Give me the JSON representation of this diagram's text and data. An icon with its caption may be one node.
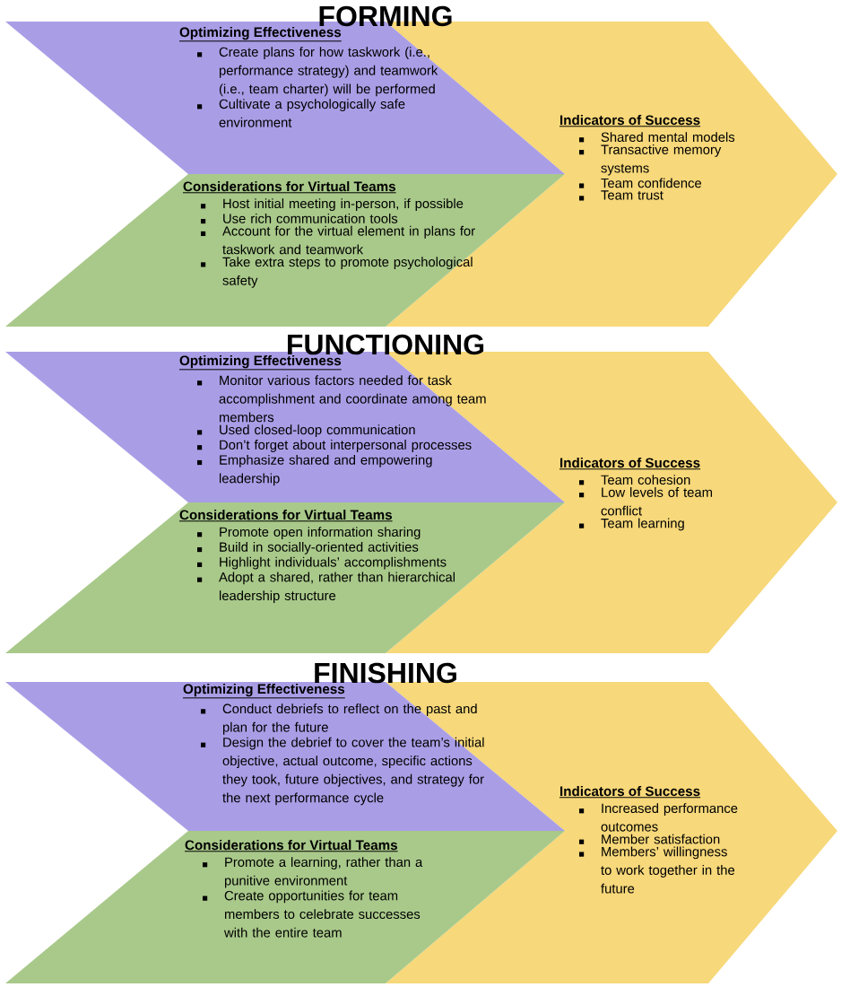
{
  "diagram": {
    "nodes": [
      {
        "text": [
          "Optimizing Effectiveness",
          "Create plans for how taskwork (i.e., performance strategy) and teamwork (i.e., team charter) will be performed",
          "Cultivate a psychologically safe environment"
        ]
      },
      {
        "text": [
          "Considerations for Virtual Teams",
          "Host initial meeting in-person, if possible",
          "Use rich communication tools",
          "Account for the virtual element in plans for taskwork and teamwork",
          "Take extra steps to promote psychological safety"
        ]
      },
      {
        "text": [
          "Indicators of Success",
          "Shared mental models",
          "Transactive memory systems",
          "Team confidence",
          "Team trust"
        ]
      },
      {
        "text": [
          "Optimizing Effectiveness",
          "Monitor various factors needed for task accomplishment and coordinate among team members",
          "Used closed-loop communication",
          "Don’t forget about interpersonal processes",
          "Emphasize shared and empowering leadership"
        ]
      },
      {
        "text": [
          "Considerations for Virtual Teams",
          "Promote open information sharing",
          "Build in socially-oriented activities",
          "Highlight individuals’ accomplishments",
          "Adopt a shared, rather than hierarchical leadership structure"
        ]
      },
      {
        "text": [
          "Indicators of Success",
          "Team cohesion",
          "Low levels of team conflict",
          "Team learning"
        ]
      },
      {
        "text": [
          "Optimizing Effectiveness",
          "Conduct debriefs to reflect on the past and plan for the future",
          "Design the debrief to cover the team’s initial objective, actual outcome, specific actions they took, future objectives, and strategy for the next performance cycle"
        ]
      },
      {
        "text": [
          "Considerations for Virtual Teams",
          "Promote a learning, rather than a punitive environment",
          "Create opportunities for team members to celebrate successes with the entire team"
        ]
      },
      {
        "text": [
          "Indicators of Success",
          "Increased performance outcomes",
          "Member satisfaction",
          "Members’ willingness to work together in the future"
        ]
      }
    ],
    "labels": [
      "FORMING",
      "FUNCTIONING",
      "FINISHING"
    ]
  }
}
